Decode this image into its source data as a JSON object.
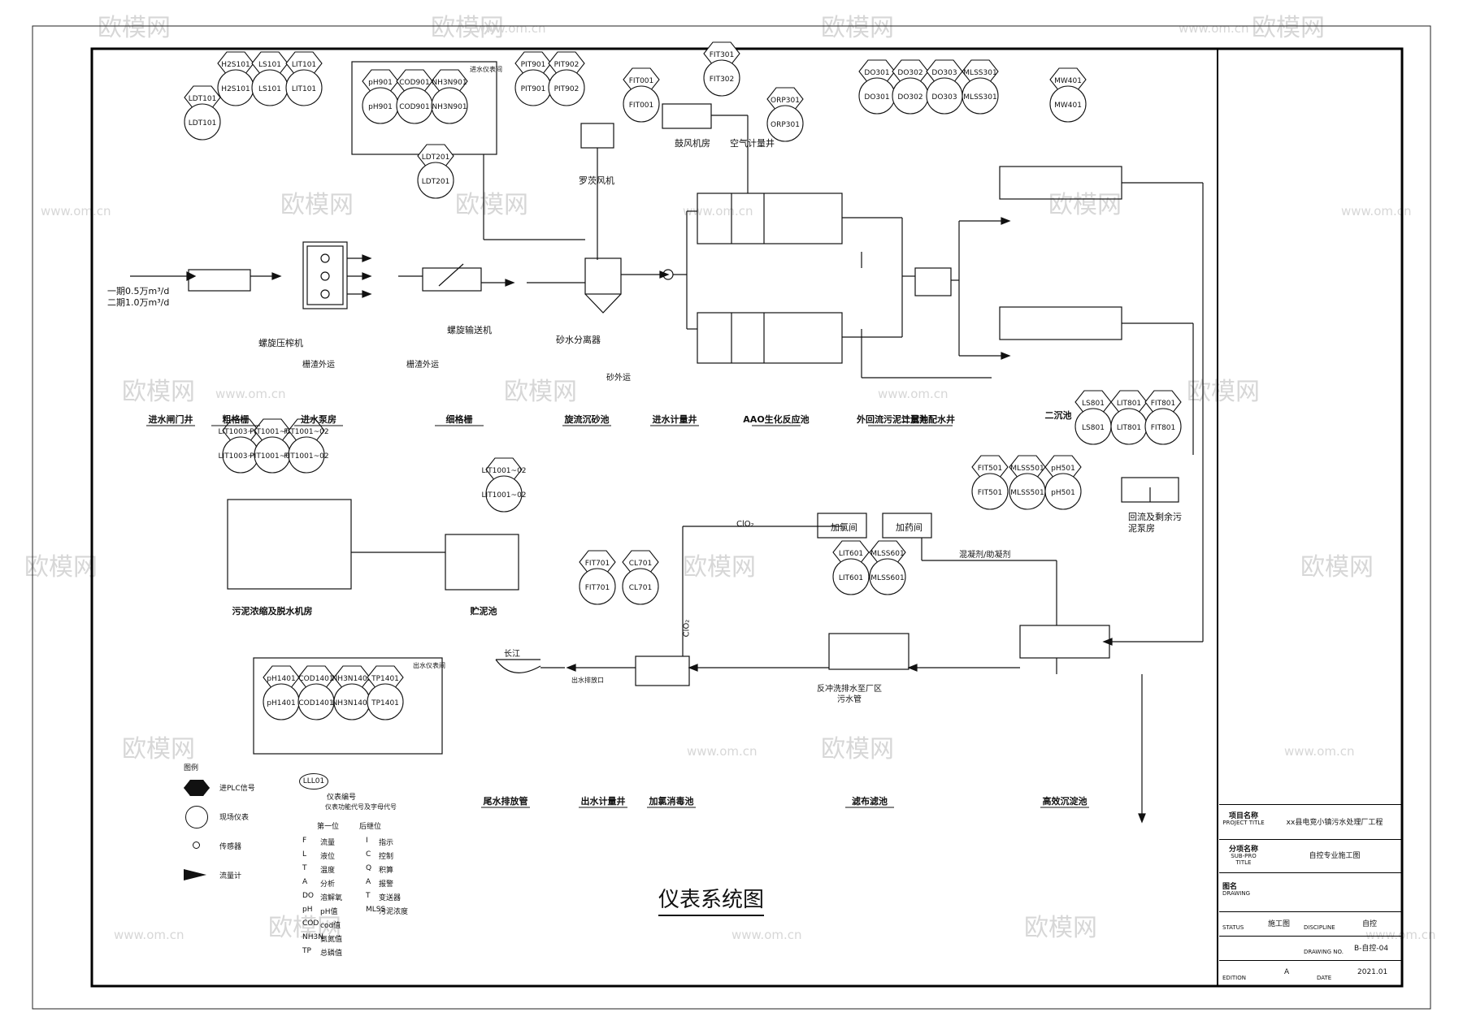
{
  "title": "仪表系统图",
  "watermarks": [
    "欧模网",
    "www.om.cn",
    "om.cn"
  ],
  "instruments": {
    "h2s101": {
      "tag": "H2S101",
      "sub": "H2S101"
    },
    "ls101": {
      "tag": "LS101",
      "sub": "LS101"
    },
    "lit101": {
      "tag": "LIT101",
      "sub": "LIT101"
    },
    "ldt101": {
      "tag": "LDT101",
      "sub": "LDT101"
    },
    "ph901": {
      "tag": "pH901",
      "sub": "pH901"
    },
    "cod901": {
      "tag": "COD901",
      "sub": "COD901"
    },
    "nh3n901": {
      "tag": "NH3N901",
      "sub": "NH3N901"
    },
    "ldt201": {
      "tag": "LDT201",
      "sub": "LDT201"
    },
    "pit901": {
      "tag": "PIT901",
      "sub": "PIT901"
    },
    "pit902": {
      "tag": "PIT902",
      "sub": "PIT902"
    },
    "fit001": {
      "tag": "FIT001",
      "sub": "FIT001"
    },
    "fit301": {
      "tag": "FIT301",
      "sub": "FIT302"
    },
    "orp301": {
      "tag": "ORP301",
      "sub": "ORP301"
    },
    "do301": {
      "tag": "DO301",
      "sub": "DO301"
    },
    "do302": {
      "tag": "DO302",
      "sub": "DO302"
    },
    "do303": {
      "tag": "DO303",
      "sub": "DO303"
    },
    "mlss301": {
      "tag": "MLSS301",
      "sub": "MLSS301"
    },
    "mw401": {
      "tag": "MW401",
      "sub": "MW401"
    },
    "ls801": {
      "tag": "LS801",
      "sub": "LS801"
    },
    "lit801": {
      "tag": "LIT801",
      "sub": "LIT801"
    },
    "fit801": {
      "tag": "FIT801",
      "sub": "FIT801"
    },
    "lit1003": {
      "tag": "LIT1003~06",
      "sub": "LIT1003~06"
    },
    "pit1001": {
      "tag": "PIT1001~04",
      "sub": "PIT1001~04"
    },
    "fit1001": {
      "tag": "FIT1001~02",
      "sub": "FIT1001~02"
    },
    "lit1001": {
      "tag": "LIT1001~02",
      "sub": "LIT1001~02"
    },
    "fit501": {
      "tag": "FIT501",
      "sub": "FIT501"
    },
    "mlss501": {
      "tag": "MLSS501",
      "sub": "MLSS501"
    },
    "ph501": {
      "tag": "pH501",
      "sub": "pH501"
    },
    "fit701": {
      "tag": "FIT701",
      "sub": "FIT701"
    },
    "cl701": {
      "tag": "CL701",
      "sub": "CL701"
    },
    "lit601": {
      "tag": "LIT601",
      "sub": "LIT601"
    },
    "mlss601": {
      "tag": "MLSS601",
      "sub": "MLSS601"
    },
    "ph1401": {
      "tag": "pH1401",
      "sub": "pH1401"
    },
    "cod1401": {
      "tag": "COD1401",
      "sub": "COD1401"
    },
    "nh3n1401": {
      "tag": "NH3N1401",
      "sub": "NH3N1401"
    },
    "tp1401": {
      "tag": "TP1401",
      "sub": "TP1401"
    }
  },
  "labels": {
    "inflow1": "一期0.5万m³/d",
    "inflow2": "二期1.0万m³/d",
    "screw_press": "螺旋压榨机",
    "screen_out1": "栅渣外运",
    "screw_conveyor": "螺旋输送机",
    "screen_out2": "栅渣外运",
    "sand_sep": "砂水分离器",
    "sand_out": "砂外运",
    "roots_blower": "罗茨风机",
    "blower_room": "鼓风机房",
    "air_meter": "空气计量井",
    "online_box": "进水仪表间",
    "outlet_box": "出水仪表间",
    "sec_clar": "二沉池",
    "return_pump": "回流及剩余污泥泵房",
    "sludge_house": "污泥浓缩及脱水机房",
    "sludge_tank": "贮泥池",
    "clo2": "ClO₂",
    "clo2b": "ClO₂",
    "chlorine": "加氯间",
    "dosing": "加药间",
    "coag": "混凝剂/助凝剂",
    "river": "长江",
    "outfall": "出水排放口",
    "backwash": "反冲洗排水至厂区污水管",
    "inflow_b": "进水计量井"
  },
  "units": [
    "进水闸门井",
    "粗格栅",
    "进水泵房",
    "细格栅",
    "旋流沉砂池",
    "进水计量井",
    "AAO生化反应池",
    "外回流污泥计量井",
    "二沉池配水井",
    "尾水排放管",
    "出水计量井",
    "加氯消毒池",
    "滤布滤池",
    "高效沉淀池"
  ],
  "legend": {
    "header": "图例",
    "items": [
      {
        "sym": "hex",
        "text": "进PLC信号"
      },
      {
        "sym": "circle",
        "text": "现场仪表"
      },
      {
        "sym": "dot",
        "text": "传感器"
      },
      {
        "sym": "flow",
        "text": "流量计"
      }
    ],
    "tag_sample": "LLL01",
    "tag_title": "仪表编号",
    "tag_sub": "仪表功能代号及字母代号",
    "col1": "第一位",
    "col2": "后继位",
    "pairs": [
      [
        "F",
        "流量",
        "I",
        "指示"
      ],
      [
        "L",
        "液位",
        "C",
        "控制"
      ],
      [
        "T",
        "温度",
        "Q",
        "积算"
      ],
      [
        "A",
        "分析",
        "A",
        "报警"
      ],
      [
        "DO",
        "溶解氧",
        "T",
        "变送器"
      ],
      [
        "pH",
        "pH值",
        "MLSS",
        "污泥浓度"
      ],
      [
        "COD",
        "cod值",
        "",
        ""
      ],
      [
        "NH3N",
        "氨氮值",
        "",
        ""
      ],
      [
        "TP",
        "总磷值",
        "",
        ""
      ]
    ]
  },
  "titleblock": {
    "project_label": "项目名称",
    "project_label_en": "PROJECT TITLE",
    "project_value": "xx县电竞小镇污水处理厂工程",
    "sub_label": "分项名称",
    "sub_label_en": "SUB-PRO TITLE",
    "sub_value": "自控专业施工图",
    "drawing_label": "图名",
    "drawing_label_en": "DRAWING",
    "status_label": "STATUS",
    "status_value": "施工图",
    "discipline_label": "DISCIPLINE",
    "discipline_value": "自控",
    "drawing_no_label": "DRAWING NO.",
    "drawing_no_value": "B-自控-04",
    "edition_label": "EDITION",
    "edition_value": "A",
    "date_label": "DATE",
    "date_value": "2021.01"
  }
}
